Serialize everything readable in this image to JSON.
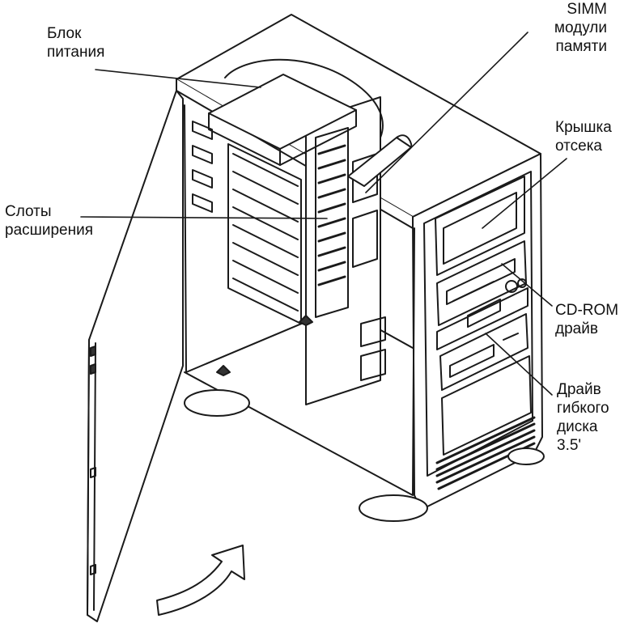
{
  "labels": {
    "power_supply": [
      "Блок",
      "питания"
    ],
    "simm": [
      "SIMM",
      "модули",
      "памяти"
    ],
    "bay_cover": [
      "Крышка",
      "отсека"
    ],
    "expansion_slots": [
      "Слоты",
      "расширения"
    ],
    "cdrom": [
      "CD-ROM",
      "драйв"
    ],
    "floppy": [
      "Драйв",
      "гибкого",
      "диска",
      "3.5'"
    ]
  },
  "colors": {
    "line": "#1a1a1a",
    "fill": "#ffffff",
    "shade": "#e6e6e6"
  }
}
